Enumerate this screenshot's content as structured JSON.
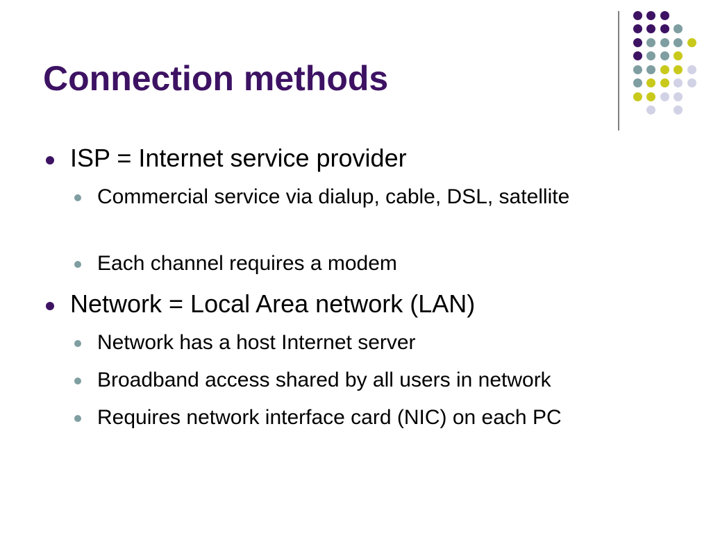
{
  "slide": {
    "title": "Connection methods",
    "bullets": [
      {
        "level": 1,
        "text": "ISP = Internet service provider"
      },
      {
        "level": 2,
        "text": "Commercial service via dialup, cable, DSL, satellite"
      },
      {
        "level": 2,
        "text": "Each channel requires a modem"
      },
      {
        "level": 1,
        "text": "Network = Local Area network (LAN)"
      },
      {
        "level": 2,
        "text": "Network has a host Internet server"
      },
      {
        "level": 2,
        "text": "Broadband access shared by all users in network"
      },
      {
        "level": 2,
        "text": "Requires network interface card (NIC) on each PC"
      }
    ]
  },
  "theme": {
    "title_color": "#3d1263",
    "level1_bullet_color": "#3d1263",
    "level2_bullet_color": "#7f9ea1",
    "dot_colors": {
      "purple": "#3d1263",
      "teal": "#7f9ea1",
      "yellow": "#c9c91c",
      "lavender": "#d2d2e6"
    }
  }
}
